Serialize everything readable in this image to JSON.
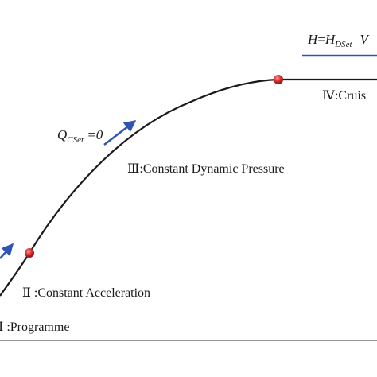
{
  "diagram": {
    "phases": {
      "programme": "Ⅰ :Programme",
      "constant_acceleration": "Ⅱ :Constant Acceleration",
      "constant_dynamic_pressure": "Ⅲ:Constant Dynamic Pressure",
      "cruise": "Ⅳ:Cruis"
    },
    "annotations": {
      "q_symbol": "Q",
      "q_subscript": "CSet",
      "q_value": " =0",
      "h_symbol": "H",
      "h_equals": "=",
      "h_rhs": "H",
      "h_subscript": "DSet",
      "h_trailing": "V"
    },
    "colors": {
      "curve": "#1a1a1a",
      "arrow": "#2e55b3",
      "marker": "#d42a2a",
      "axis": "#555555"
    }
  }
}
